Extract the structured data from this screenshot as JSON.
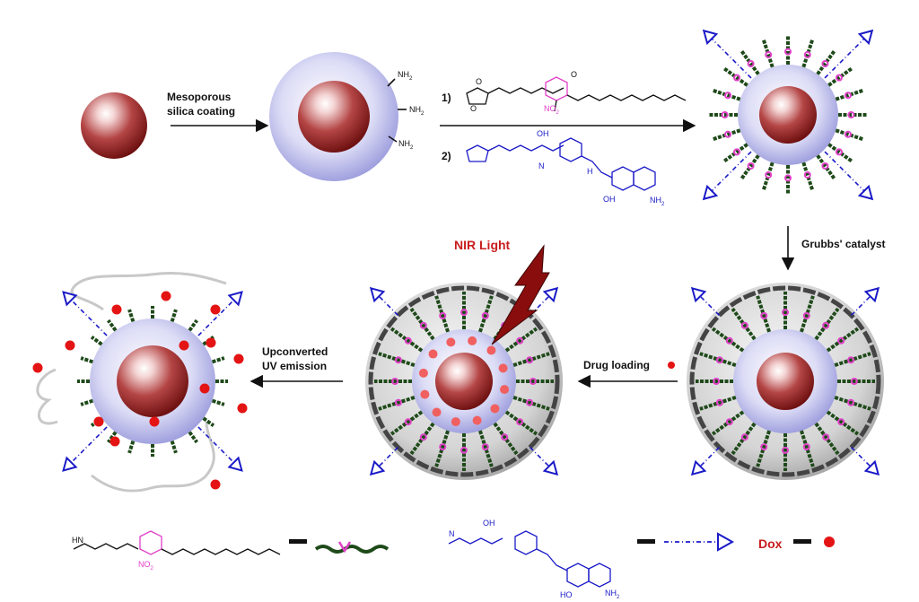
{
  "labels": {
    "step_coating_line1": "Mesoporous",
    "step_coating_line2": "silica coating",
    "step_num_1": "1)",
    "step_num_2": "2)",
    "grubbs": "Grubbs' catalyst",
    "drug_loading": "Drug loading",
    "uv_line1": "Upconverted",
    "uv_line2": "UV emission",
    "nir": "NIR Light",
    "dox": "Dox"
  },
  "chem": {
    "nh2": "NH",
    "nh2_sub": "2",
    "no2": "NO",
    "no2_sub": "2",
    "o": "O",
    "n": "N",
    "h": "H",
    "oh": "OH",
    "ho": "HO",
    "hn": "HN"
  },
  "colors": {
    "core": "#8e1c1c",
    "shell": "#9d9de0",
    "linker_green": "#1f4a1a",
    "photocage": "#e040c8",
    "folate_blue": "#1a1ac8",
    "dox_red": "#e41414",
    "nir_bolt": "#8a0d0d",
    "nir_text": "#c81e1e"
  }
}
